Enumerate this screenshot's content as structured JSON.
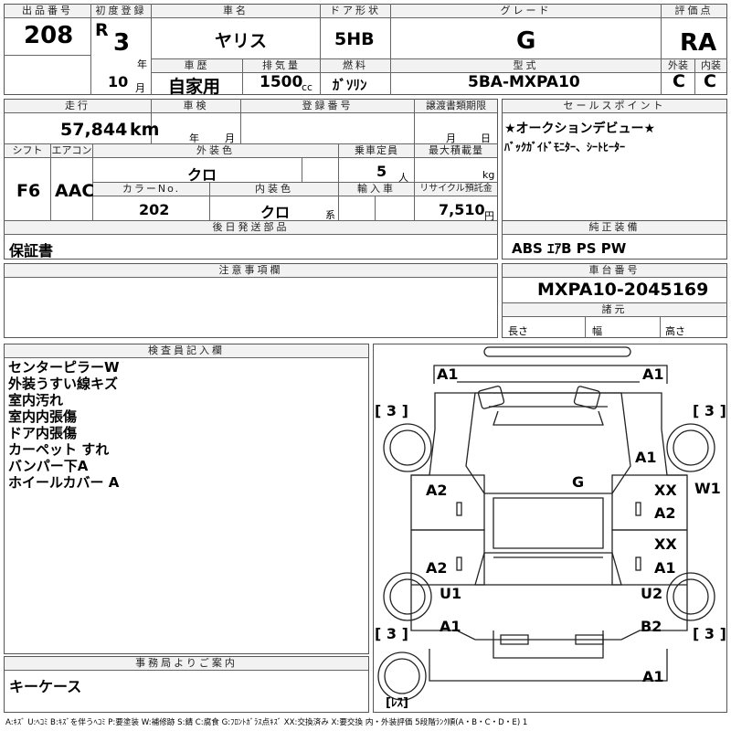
{
  "header_labels": {
    "lot_no": "出品番号",
    "first_reg": "初度登録",
    "car_name": "車名",
    "door": "ドア形状",
    "grade": "グレード",
    "score": "評価点",
    "history": "車歴",
    "displacement": "排気量",
    "fuel": "燃料",
    "model": "型式",
    "exterior": "外装",
    "interior": "内装"
  },
  "values": {
    "lot_no": "208",
    "era": "R",
    "year": "3",
    "year_unit": "年",
    "month": "10",
    "month_unit": "月",
    "car_name": "ヤリス",
    "door": "5HB",
    "grade": "G",
    "score": "RA",
    "history": "自家用",
    "displacement": "1500",
    "displacement_unit": "cc",
    "fuel": "ｶﾞｿﾘﾝ",
    "model": "5BA-MXPA10",
    "exterior": "C",
    "interior": "C"
  },
  "row2_labels": {
    "mileage": "走行",
    "inspection": "車検",
    "plate": "登録番号",
    "transfer_docs": "譲渡書類期限",
    "sales_point": "セールスポイント",
    "shift": "シフト",
    "aircon": "エアコン",
    "ext_color": "外装色",
    "capacity": "乗車定員",
    "max_load": "最大積載量",
    "color_no": "カラーNo.",
    "int_color": "内装色",
    "import": "輸入車",
    "recycle": "リサイクル預託金",
    "later_parts": "後日発送部品",
    "genuine": "純正装備",
    "cautions": "注意事項欄",
    "chassis": "車台番号",
    "specs": "諸元",
    "length": "長さ",
    "width": "幅",
    "height": "高さ",
    "inspector": "検査員記入欄",
    "office": "事務局よりご案内"
  },
  "row2_values": {
    "mileage": "57,844",
    "mileage_unit": "km",
    "insp_year": "年",
    "insp_month": "月",
    "transfer_month": "月",
    "transfer_day": "日",
    "shift": "F6",
    "aircon": "AAC",
    "ext_color": "クロ",
    "capacity": "5",
    "capacity_unit": "人",
    "load_unit": "kg",
    "color_no": "202",
    "int_color": "クロ",
    "int_color_unit": "系",
    "recycle": "7,510",
    "recycle_unit": "円",
    "later_parts": "保証書",
    "genuine": "ABS ｴｱB PS PW",
    "chassis": "MXPA10-2045169",
    "office": "キーケース"
  },
  "sales_points": [
    "★オークションデビュー★",
    "ﾊﾞｯｸｶﾞｲﾄﾞﾓﾆﾀｰ、ｼｰﾄﾋｰﾀｰ"
  ],
  "inspector_notes": [
    "センターピラーW",
    "外装うすい線キズ",
    "室内汚れ",
    "室内内張傷",
    "ドア内張傷",
    "カーペット すれ",
    "バンパー下A",
    "ホイールカバー A"
  ],
  "diagram_marks": {
    "m1": "A1",
    "m2": "A1",
    "m3": "[ 3 ]",
    "m4": "[ 3 ]",
    "m5": "A1",
    "m6": "G",
    "m7": "A2",
    "m8": "XX",
    "m9": "W1",
    "m10": "A2",
    "m11": "XX",
    "m12": "A2",
    "m13": "A1",
    "m14": "U1",
    "m15": "U2",
    "m16": "A1",
    "m17": "B2",
    "m18": "[ 3 ]",
    "m19": "[ 3 ]",
    "m20": "A1",
    "m21": "[ﾚｽ]"
  },
  "legend": "A:ｷｽﾞ U:ﾍｺﾐ B:ｷｽﾞを伴うﾍｺﾐ P:要塗装 W:補修跡 S:錆 C:腐食 G:ﾌﾛﾝﾄｶﾞﾗｽ点ｷｽﾞ XX:交換済み X:要交換 内・外装評価 5段階ﾗﾝｸ順(A・B・C・D・E) 1"
}
